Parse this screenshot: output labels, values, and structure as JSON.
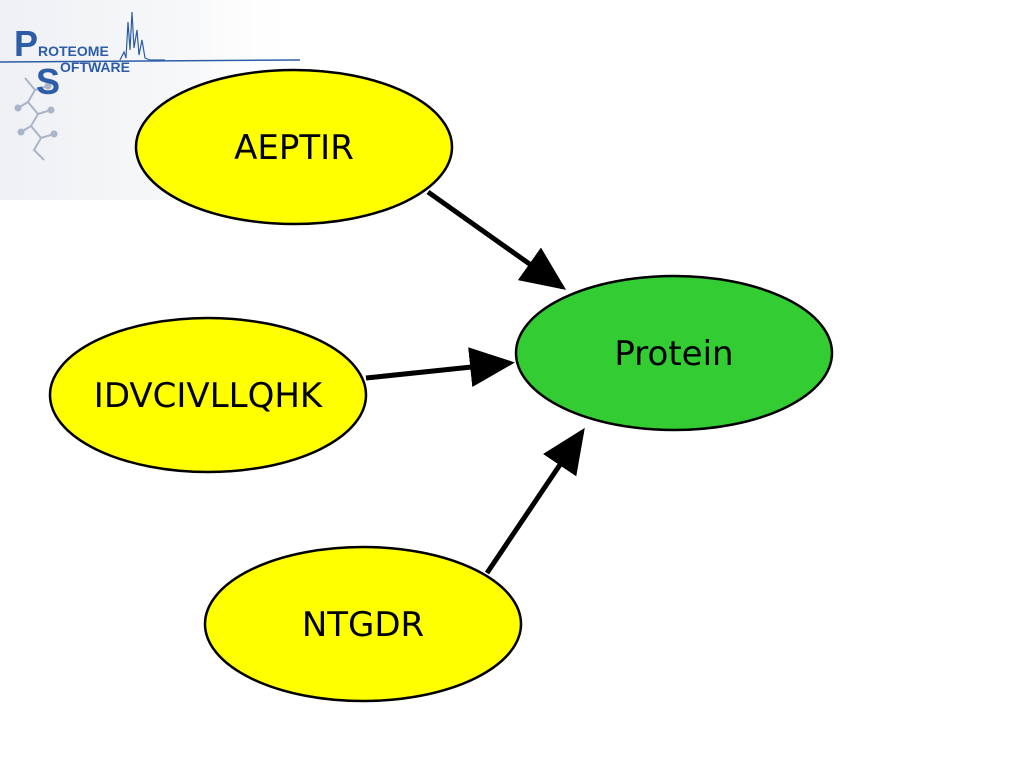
{
  "logo": {
    "line1_initial": "P",
    "line1_rest": "ROTEOME",
    "line2_initial": "S",
    "line2_rest": "OFTWARE",
    "color": "#2e5da8"
  },
  "diagram": {
    "nodes": [
      {
        "id": "aeptir",
        "label": "AEPTIR",
        "fill": "#ffff00"
      },
      {
        "id": "idvcivllqhk",
        "label": "IDVCIVLLQHK",
        "fill": "#ffff00"
      },
      {
        "id": "ntgdr",
        "label": "NTGDR",
        "fill": "#ffff00"
      },
      {
        "id": "protein",
        "label": "Protein",
        "fill": "#33cc33"
      }
    ],
    "edges": [
      {
        "from": "aeptir",
        "to": "protein"
      },
      {
        "from": "idvcivllqhk",
        "to": "protein"
      },
      {
        "from": "ntgdr",
        "to": "protein"
      }
    ],
    "stroke_color": "#000000"
  }
}
